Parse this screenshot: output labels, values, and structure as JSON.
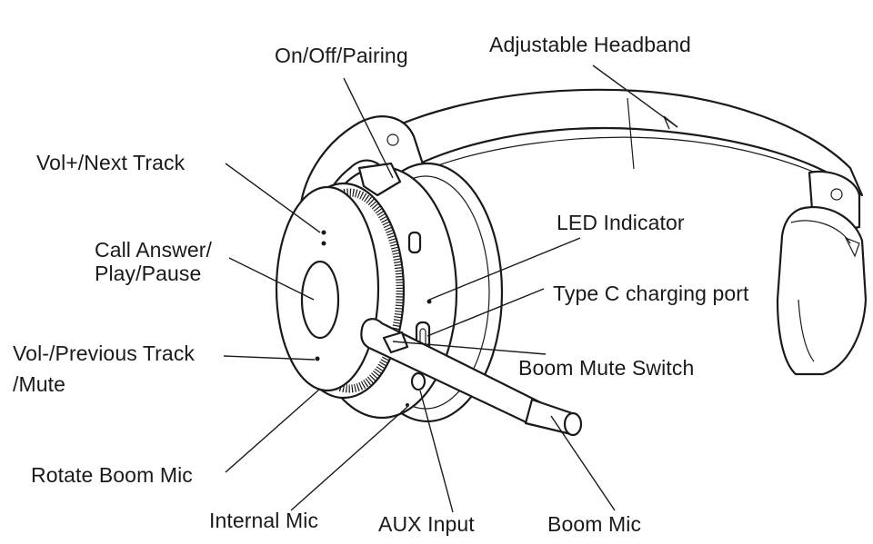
{
  "labels": {
    "on_off_pairing": "On/Off/Pairing",
    "adjustable_headband": "Adjustable Headband",
    "vol_plus_next": "Vol+/Next Track",
    "call_answer_line1": "Call Answer/",
    "call_answer_line2": "Play/Pause",
    "led_indicator": "LED Indicator",
    "type_c_port": "Type C  charging port",
    "vol_minus_line1": "Vol-/Previous Track",
    "vol_minus_line2": "/Mute",
    "boom_mute_switch": "Boom Mute Switch",
    "rotate_boom_mic": "Rotate Boom Mic",
    "internal_mic": "Internal Mic",
    "aux_input": "AUX Input",
    "boom_mic": "Boom Mic"
  }
}
